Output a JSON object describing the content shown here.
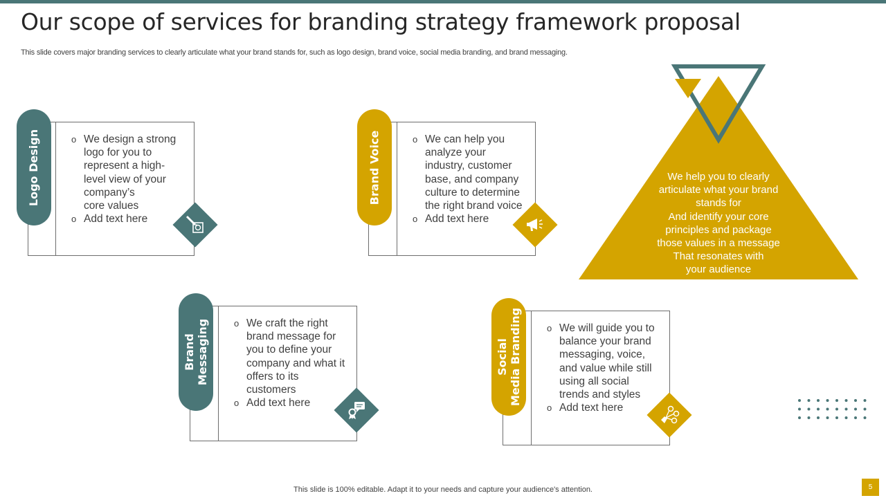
{
  "slide": {
    "title": "Our scope of services for branding strategy framework proposal",
    "subtitle": "This slide covers major branding services to clearly articulate what your brand stands for, such as logo design, brand voice, social media branding, and brand messaging.",
    "footer": "This slide is 100% editable. Adapt it to your needs and capture your audience's attention.",
    "page_number": "5"
  },
  "colors": {
    "teal": "#4a7677",
    "gold": "#d4a400"
  },
  "cards": [
    {
      "label_lines": [
        "Logo Design"
      ],
      "bullets": [
        "We design a strong logo for you to represent a high-level view of your company’s core values",
        "Add text here"
      ],
      "bullet_lines": [
        [
          "We design a strong",
          "logo for you to",
          "represent a high-",
          "level view of your",
          "company’s",
          "core values"
        ],
        [
          "Add text here"
        ]
      ],
      "icon": "logo-design-icon"
    },
    {
      "label_lines": [
        "Brand Voice"
      ],
      "bullet_lines": [
        [
          "We can help you",
          "analyze your",
          "industry, customer",
          "base, and company",
          "culture to determine",
          "the right brand voice"
        ],
        [
          "Add text here"
        ]
      ],
      "icon": "megaphone-icon"
    },
    {
      "label_lines": [
        "Brand",
        "Messaging"
      ],
      "bullet_lines": [
        [
          "We craft the right",
          "brand message for",
          "you to define your",
          "company and what it",
          "offers to its",
          "customers"
        ],
        [
          "Add text here"
        ]
      ],
      "icon": "message-award-icon"
    },
    {
      "label_lines": [
        "Social",
        "Media Branding"
      ],
      "bullet_lines": [
        [
          "We will guide you to",
          "balance your brand",
          "messaging, voice,",
          "and value while still",
          "using all social",
          "trends and styles"
        ],
        [
          "Add text here"
        ]
      ],
      "icon": "social-network-icon"
    }
  ],
  "triangle": {
    "text_lines": [
      "We help you to clearly",
      "articulate what your brand",
      "stands for",
      "And identify your core",
      "principles and package",
      "those values in a message",
      "That resonates with",
      "your audience"
    ]
  }
}
